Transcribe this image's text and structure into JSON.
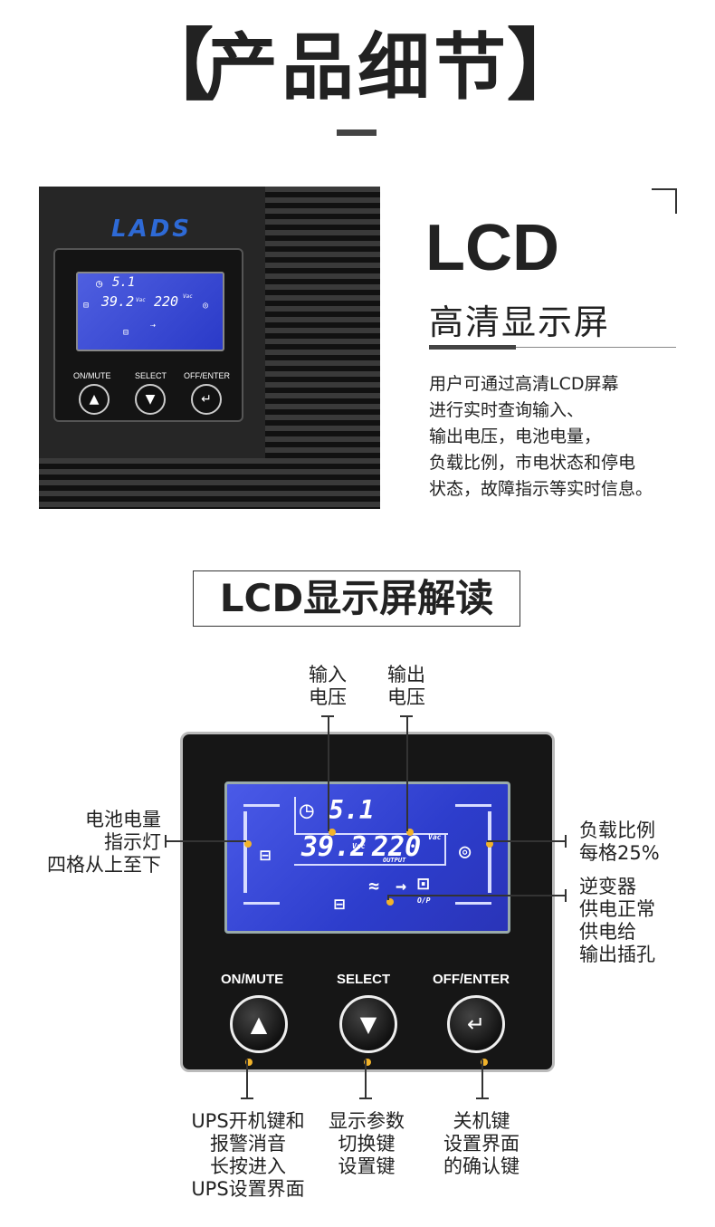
{
  "header": {
    "bracket_left": "【",
    "title": "产品细节",
    "bracket_right": "】"
  },
  "device": {
    "logo": "LADS",
    "lcd_time": "5.1",
    "lcd_in": "39.2",
    "lcd_in_unit": "Vac",
    "lcd_out": "220",
    "lcd_out_unit": "Vac",
    "btn_on": "ON/MUTE",
    "btn_select": "SELECT",
    "btn_off": "OFF/ENTER"
  },
  "lcd_intro": {
    "big": "LCD",
    "sub": "高清显示屏",
    "desc": [
      "用户可通过高清LCD屏幕",
      "进行实时查询输入、",
      "输出电压，电池电量，",
      "负载比例，市电状态和停电",
      "状态，故障指示等实时信息。"
    ]
  },
  "section_title": "LCD显示屏解读",
  "panel": {
    "lcd_time": "5.1",
    "lcd_in": "39.2",
    "lcd_in_unit": "Vac",
    "lcd_out": "220",
    "lcd_out_unit": "Vac",
    "lcd_output_tag": "OUTPUT",
    "lcd_op_tag": "O/P",
    "btn_on": "ON/MUTE",
    "btn_select": "SELECT",
    "btn_off": "OFF/ENTER"
  },
  "callouts": {
    "input_voltage": [
      "输入",
      "电压"
    ],
    "output_voltage": [
      "输出",
      "电压"
    ],
    "battery": [
      "电池电量",
      "指示灯",
      "四格从上至下"
    ],
    "load": [
      "负载比例",
      "每格25%"
    ],
    "inverter": [
      "逆变器",
      "供电正常",
      "供电给",
      "输出插孔"
    ],
    "btn_on": [
      "UPS开机键和",
      "报警消音",
      "长按进入",
      "UPS设置界面"
    ],
    "btn_select": [
      "显示参数",
      "切换键",
      "设置键"
    ],
    "btn_off": [
      "关机键",
      "设置界面",
      "的确认键"
    ]
  },
  "colors": {
    "lcd_blue": "#3546d8",
    "indicator": "#f2b32a",
    "callout_line": "#2f8fe0"
  }
}
